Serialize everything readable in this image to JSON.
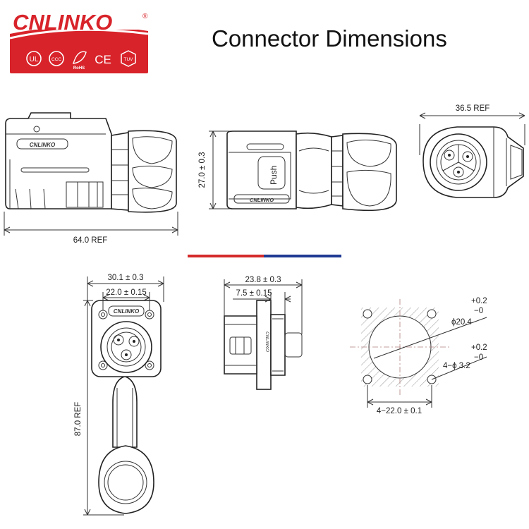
{
  "brand": {
    "name": "CNLINKO",
    "registered_mark": "®",
    "accent_color": "#d8232a",
    "cert_marks": [
      "UL",
      "CCC",
      "RoHS",
      "CE",
      "TUV"
    ]
  },
  "title": "Connector Dimensions",
  "dimensions": {
    "side_length": "64.0 REF",
    "plug_height": "27.0 ± 0.3",
    "face_width": "36.5 REF",
    "flange_width": "30.1 ± 0.3",
    "flange_hole_spacing": "22.0 ± 0.15",
    "total_length": "87.0 REF",
    "socket_depth": "23.8 ± 0.3",
    "flange_thickness": "7.5 ± 0.15",
    "cutout_diameter_main": "ϕ20.4",
    "cutout_diameter_tol_upper": "+0.2",
    "cutout_diameter_tol_lower": "−0",
    "hole_spec_main": "4−ϕ 3.2",
    "hole_spec_tol_upper": "+0.2",
    "hole_spec_tol_lower": "−0",
    "hole_pitch": "4−22.0 ± 0.1"
  },
  "part_labels": {
    "push": "Push",
    "logo_small": "CNLINKO"
  },
  "divider_colors": {
    "left": "#d42a2a",
    "right": "#1f3a93"
  }
}
